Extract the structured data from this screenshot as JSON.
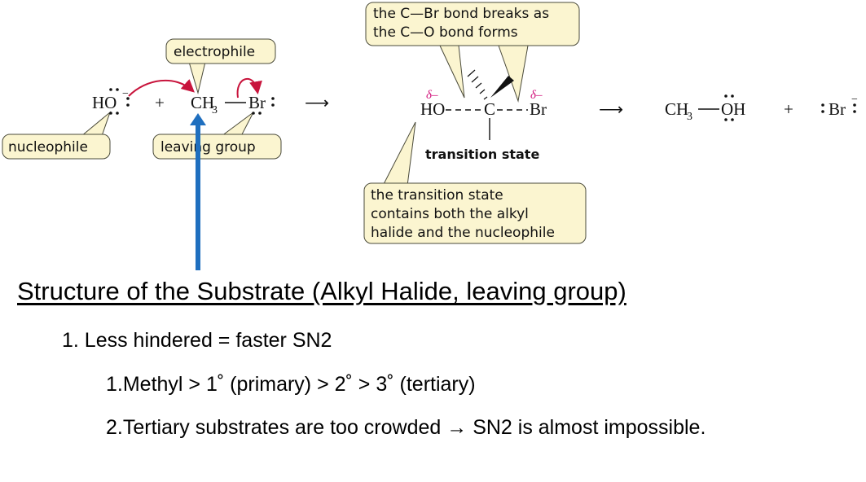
{
  "callouts": {
    "electrophile": "electrophile",
    "nucleophile": "nucleophile",
    "leaving_group": "leaving group",
    "bond_line1": "the C—Br bond breaks as",
    "bond_line2": "the C—O bond forms",
    "ts_note_line1": "the transition state",
    "ts_note_line2": "contains both the alkyl",
    "ts_note_line3": "halide and the nucleophile"
  },
  "reaction": {
    "nucleophile": "HO",
    "nucleophile_charge": "−",
    "plus": "+",
    "substrate_ch": "CH",
    "substrate_sub": "3",
    "bond": "—",
    "leaving": "Br",
    "arrow": "⟶",
    "ts_ho": "HO",
    "ts_c": "C",
    "ts_br": "Br",
    "delta_minus": "δ–",
    "transition_state": "transition state",
    "product_ch": "CH",
    "product_sub": "3",
    "product_oh": "OH",
    "bromide": "Br",
    "bromide_charge": "−"
  },
  "colors": {
    "callout_fill": "#fbf5d0",
    "callout_stroke": "#4a4a3a",
    "curved_arrow": "#c8143c",
    "delta": "#d1127a",
    "pointer_arrow": "#1f6fbf"
  },
  "text": {
    "heading": "Structure of the Substrate (Alkyl Halide, leaving group)",
    "item1": "1. Less hindered = faster SN2",
    "item2": "1.Methyl > 1˚   (primary) > 2˚   > 3˚   (tertiary)",
    "item3": "2.Tertiary substrates are too crowded → SN2 is almost impossible."
  }
}
